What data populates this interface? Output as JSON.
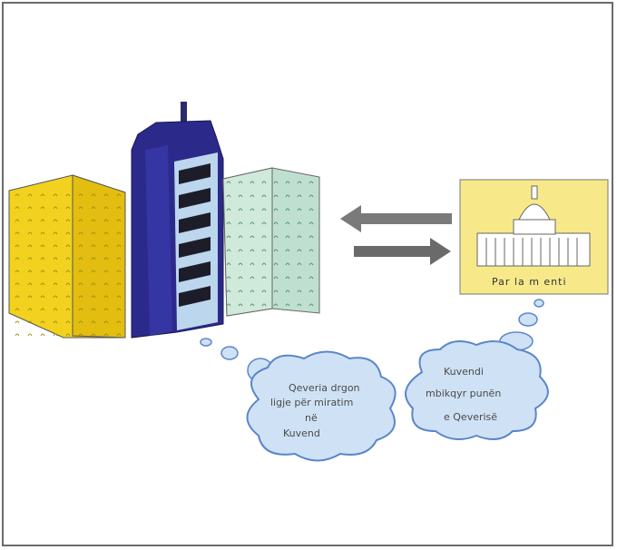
{
  "parliament": {
    "label": "Par la m enti"
  },
  "bubble_left": {
    "line1": "Qeveria drgon",
    "line2": "ligje për miratim",
    "line3": "në",
    "line4": "Kuvend"
  },
  "bubble_right": {
    "line1": "Kuvendi",
    "line2": "mbikqyr punën",
    "line3": "e Qeverisë"
  },
  "colors": {
    "yellow_building": "#f2d21e",
    "navy_building": "#2b2a8a",
    "green_building": "#bfe0d0",
    "parliament_bg": "#f7e98a",
    "arrow": "#6f6f6f",
    "cloud": "#cfe2f5",
    "cloud_edge": "#5b86c9"
  }
}
